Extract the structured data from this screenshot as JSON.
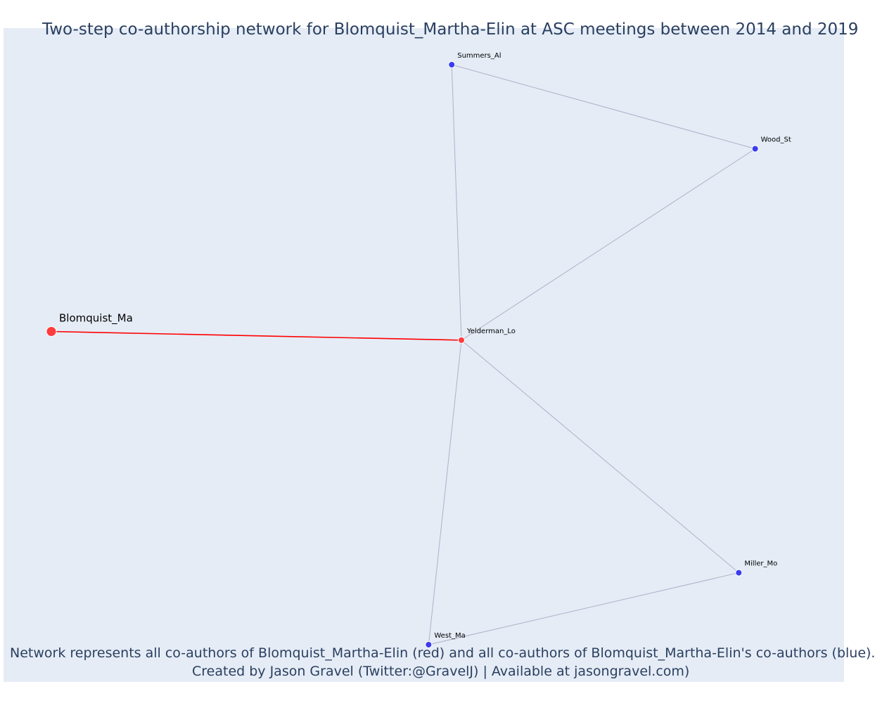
{
  "title": "Two-step co-authorship network for Blomquist_Martha-Elin at ASC meetings between 2014 and 2019",
  "caption": {
    "line1": "Network represents all co-authors of Blomquist_Martha-Elin (red) and all co-authors of Blomquist_Martha-Elin's co-authors (blue).",
    "line2": "Created by Jason Gravel (Twitter:@GravelJ) | Available at jasongravel.com)"
  },
  "colors": {
    "plot_background": "#e5ecf6",
    "focal_node": "#ff3b3b",
    "direct_coauthor_node": "#ff3b3b",
    "second_step_node": "#3b3bf0",
    "focal_edge": "#ff0000",
    "other_edge": "#b0b0c8",
    "text": "#2a3f5f"
  },
  "chart_data": {
    "type": "network",
    "nodes": [
      {
        "id": "Blomquist_Ma",
        "label": "Blomquist_Ma",
        "group": "focal",
        "x": 0.0,
        "y": 0.54
      },
      {
        "id": "Yelderman_Lo",
        "label": "Yelderman_Lo",
        "group": "co-author",
        "x": 0.55,
        "y": 0.525
      },
      {
        "id": "Summers_Al",
        "label": "Summers_Al",
        "group": "co-author-of-co-author",
        "x": 0.537,
        "y": 1.0
      },
      {
        "id": "Wood_St",
        "label": "Wood_St",
        "group": "co-author-of-co-author",
        "x": 0.944,
        "y": 0.855
      },
      {
        "id": "Miller_Mo",
        "label": "Miller_Mo",
        "group": "co-author-of-co-author",
        "x": 0.922,
        "y": 0.124
      },
      {
        "id": "West_Ma",
        "label": "West_Ma",
        "group": "co-author-of-co-author",
        "x": 0.506,
        "y": 0.0
      }
    ],
    "edges": [
      {
        "source": "Blomquist_Ma",
        "target": "Yelderman_Lo",
        "type": "focal"
      },
      {
        "source": "Yelderman_Lo",
        "target": "Summers_Al",
        "type": "other"
      },
      {
        "source": "Yelderman_Lo",
        "target": "Wood_St",
        "type": "other"
      },
      {
        "source": "Yelderman_Lo",
        "target": "Miller_Mo",
        "type": "other"
      },
      {
        "source": "Yelderman_Lo",
        "target": "West_Ma",
        "type": "other"
      },
      {
        "source": "Summers_Al",
        "target": "Wood_St",
        "type": "other"
      },
      {
        "source": "Miller_Mo",
        "target": "West_Ma",
        "type": "other"
      }
    ],
    "xaxis": {
      "visible": false
    },
    "yaxis": {
      "visible": false
    },
    "grid": false,
    "legend": false
  }
}
